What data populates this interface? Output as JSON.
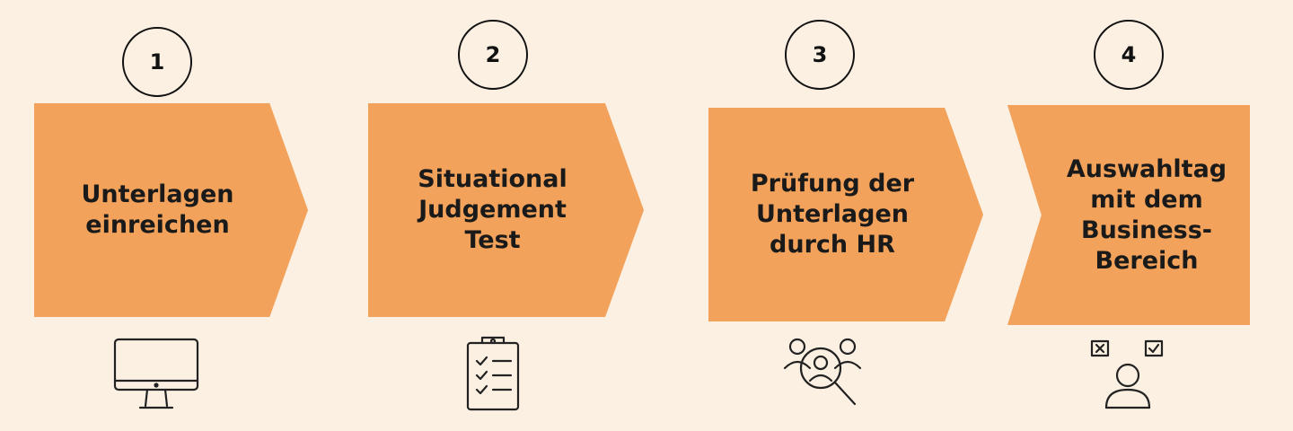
{
  "steps": [
    {
      "number": "1",
      "label": "Unterlagen\neinreichen",
      "icon": "monitor-icon"
    },
    {
      "number": "2",
      "label": "Situational\nJudgement\nTest",
      "icon": "checklist-clipboard-icon"
    },
    {
      "number": "3",
      "label": "Prüfung der\nUnterlagen\ndurch HR",
      "icon": "people-search-icon"
    },
    {
      "number": "4",
      "label": "Auswahltag\nmit dem\nBusiness-\nBereich",
      "icon": "decision-person-icon"
    }
  ],
  "colors": {
    "background": "#fcf0e3",
    "arrow_fill": "#f2a25a",
    "text": "#1a1a1a"
  }
}
